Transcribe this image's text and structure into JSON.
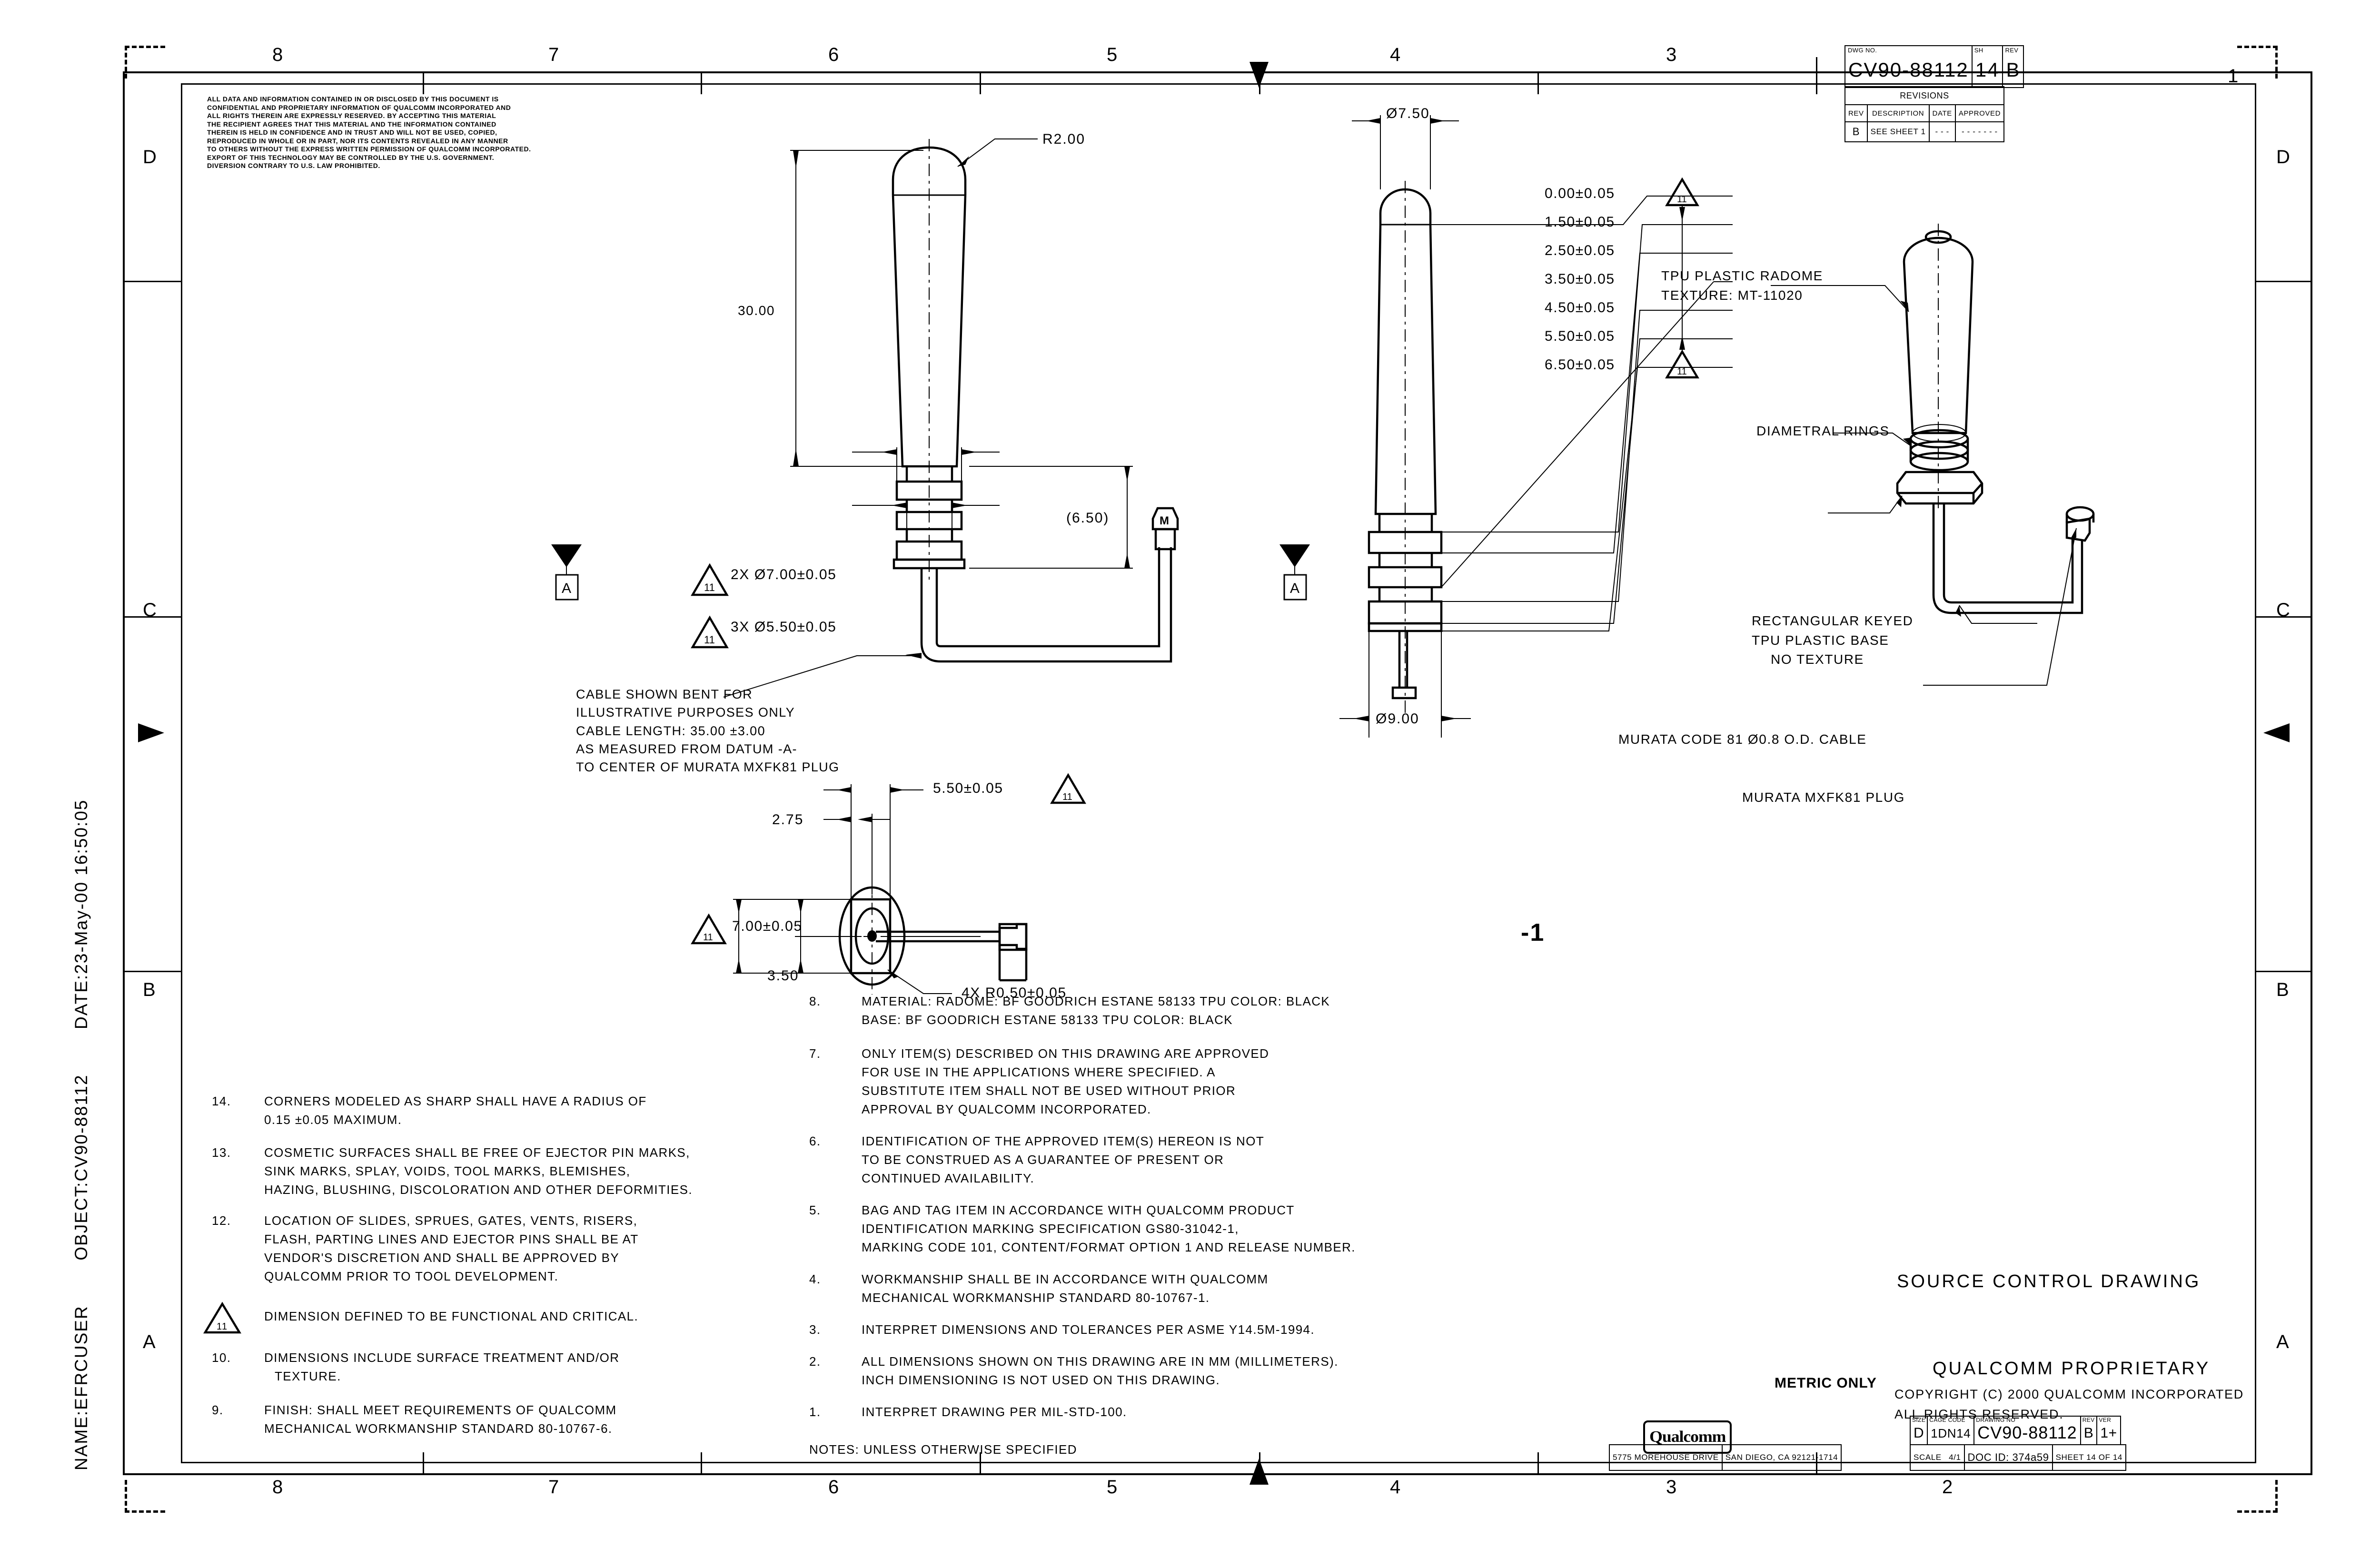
{
  "header": {
    "drawing_no_label": "DWG NO.",
    "drawing_no": "CV90-88112",
    "sheet_label": "SH",
    "sheet": "14",
    "rev_label": "REV",
    "rev": "B",
    "revisions_title": "REVISIONS",
    "rev_cols": [
      "REV",
      "DESCRIPTION",
      "DATE",
      "APPROVED"
    ],
    "rev_rows": [
      {
        "rev": "B",
        "description": "SEE SHEET 1",
        "date": "- - -",
        "approved": "- - - - - - -"
      }
    ]
  },
  "proprietary_legend": [
    "ALL DATA AND INFORMATION CONTAINED IN OR DISCLOSED BY THIS DOCUMENT IS",
    "CONFIDENTIAL AND PROPRIETARY INFORMATION OF QUALCOMM INCORPORATED AND",
    "ALL RIGHTS THEREIN ARE EXPRESSLY RESERVED. BY ACCEPTING THIS MATERIAL",
    "THE RECIPIENT AGREES THAT THIS MATERIAL AND THE INFORMATION CONTAINED",
    "THEREIN IS HELD IN CONFIDENCE AND IN TRUST AND WILL NOT BE USED, COPIED,",
    "REPRODUCED IN WHOLE OR IN PART, NOR ITS CONTENTS REVEALED IN ANY MANNER",
    "TO OTHERS WITHOUT THE EXPRESS WRITTEN PERMISSION OF QUALCOMM INCORPORATED.",
    "EXPORT OF THIS TECHNOLOGY MAY BE CONTROLLED BY THE U.S. GOVERNMENT.",
    "DIVERSION CONTRARY TO U.S. LAW PROHIBITED."
  ],
  "zones": {
    "numbers": [
      "8",
      "7",
      "6",
      "5",
      "4",
      "3",
      "2",
      "1"
    ],
    "letters": [
      "D",
      "C",
      "B",
      "A"
    ]
  },
  "plotstamp": {
    "name": "NAME:EFRCUSER",
    "object": "OBJECT:CV90-88112",
    "date": "DATE:23-May-00 16:50:05"
  },
  "views": {
    "front": {
      "overall_height": "30.00",
      "tip_radius": "R2.00",
      "base_height": "(6.50)",
      "datum_label": "A",
      "dims": [
        {
          "label": "2X Ø7.00±0.05",
          "flag": "11"
        },
        {
          "label": "3X Ø5.50±0.05",
          "flag": "11"
        }
      ],
      "cable_note": [
        "CABLE SHOWN BENT FOR",
        "ILLUSTRATIVE PURPOSES ONLY",
        "CABLE LENGTH: 35.00 ±3.00",
        "AS MEASURED FROM DATUM -A-",
        "TO CENTER OF MURATA MXFK81 PLUG"
      ]
    },
    "side": {
      "top_dia": "Ø7.50",
      "bottom_dia": "Ø9.00",
      "datum_label": "A",
      "stack": [
        {
          "value": "0.00±0.05",
          "flag": "11"
        },
        {
          "value": "1.50±0.05",
          "flag": ""
        },
        {
          "value": "2.50±0.05",
          "flag": ""
        },
        {
          "value": "3.50±0.05",
          "flag": ""
        },
        {
          "value": "4.50±0.05",
          "flag": ""
        },
        {
          "value": "5.50±0.05",
          "flag": ""
        },
        {
          "value": "6.50±0.05",
          "flag": "11"
        }
      ]
    },
    "bottom": {
      "dim_275": "2.75",
      "dim_350": "3.50",
      "dim_550": "5.50±0.05",
      "dim_700": "7.00±0.05",
      "corner_radius": "4X R0.50±0.05",
      "flag": "11"
    },
    "iso": {
      "radome_label": [
        "TPU PLASTIC RADOME",
        "TEXTURE: MT-11020"
      ],
      "rings_label": "DIAMETRAL RINGS",
      "base_label": [
        "RECTANGULAR KEYED",
        "TPU PLASTIC BASE",
        "NO TEXTURE"
      ],
      "cable_label": "MURATA CODE 81 Ø0.8 O.D. CABLE",
      "plug_label": "MURATA MXFK81 PLUG"
    },
    "part_number": "-1"
  },
  "notes": {
    "heading": "NOTES: UNLESS OTHERWISE SPECIFIED",
    "left_column": [
      {
        "num": "14.",
        "lines": [
          "CORNERS MODELED AS SHARP SHALL HAVE A RADIUS OF",
          "0.15 ±0.05 MAXIMUM."
        ]
      },
      {
        "num": "13.",
        "lines": [
          "COSMETIC SURFACES SHALL BE FREE OF EJECTOR PIN MARKS,",
          "SINK MARKS, SPLAY, VOIDS, TOOL MARKS, BLEMISHES,",
          "HAZING, BLUSHING, DISCOLORATION AND OTHER DEFORMITIES."
        ]
      },
      {
        "num": "12.",
        "lines": [
          "LOCATION OF SLIDES, SPRUES, GATES, VENTS, RISERS,",
          "FLASH, PARTING LINES AND EJECTOR PINS SHALL BE AT",
          "VENDOR'S DISCRETION AND SHALL BE APPROVED BY",
          "QUALCOMM PRIOR TO TOOL DEVELOPMENT."
        ]
      },
      {
        "num": "FLAG11",
        "lines": [
          "DIMENSION DEFINED TO BE FUNCTIONAL AND CRITICAL."
        ]
      },
      {
        "num": "10.",
        "lines": [
          "DIMENSIONS INCLUDE SURFACE TREATMENT AND/OR",
          "TEXTURE."
        ]
      },
      {
        "num": "9.",
        "lines": [
          "FINISH: SHALL MEET REQUIREMENTS OF QUALCOMM",
          "MECHANICAL WORKMANSHIP STANDARD 80-10767-6."
        ]
      }
    ],
    "right_column": [
      {
        "num": "8.",
        "lines": [
          "MATERIAL: RADOME: BF GOODRICH ESTANE 58133 TPU  COLOR: BLACK",
          "BASE: BF GOODRICH ESTANE 58133 TPU   COLOR: BLACK"
        ]
      },
      {
        "num": "7.",
        "lines": [
          "ONLY ITEM(S) DESCRIBED ON THIS DRAWING ARE APPROVED",
          "FOR USE IN THE APPLICATIONS WHERE SPECIFIED.  A",
          "SUBSTITUTE ITEM SHALL NOT BE USED WITHOUT PRIOR",
          "APPROVAL BY QUALCOMM INCORPORATED."
        ]
      },
      {
        "num": "6.",
        "lines": [
          "IDENTIFICATION OF THE APPROVED ITEM(S) HEREON IS NOT",
          "TO BE CONSTRUED AS A GUARANTEE OF PRESENT OR",
          "CONTINUED AVAILABILITY."
        ]
      },
      {
        "num": "5.",
        "lines": [
          "BAG AND TAG  ITEM IN ACCORDANCE WITH QUALCOMM PRODUCT",
          "IDENTIFICATION MARKING SPECIFICATION GS80-31042-1,",
          "MARKING CODE 101, CONTENT/FORMAT OPTION 1 AND RELEASE NUMBER."
        ]
      },
      {
        "num": "4.",
        "lines": [
          "WORKMANSHIP SHALL BE IN ACCORDANCE WITH QUALCOMM",
          "MECHANICAL WORKMANSHIP STANDARD 80-10767-1."
        ]
      },
      {
        "num": "3.",
        "lines": [
          "INTERPRET DIMENSIONS AND TOLERANCES PER ASME Y14.5M-1994."
        ]
      },
      {
        "num": "2.",
        "lines": [
          "ALL DIMENSIONS SHOWN ON THIS DRAWING ARE IN MM (MILLIMETERS).",
          "INCH DIMENSIONING IS NOT USED ON THIS DRAWING."
        ]
      },
      {
        "num": "1.",
        "lines": [
          "INTERPRET DRAWING PER MIL-STD-100."
        ]
      }
    ]
  },
  "footer": {
    "source_control": "SOURCE CONTROL DRAWING",
    "proprietary": "QUALCOMM PROPRIETARY",
    "copyright_line1": "COPYRIGHT (C) 2000 QUALCOMM INCORPORATED",
    "copyright_line2": "ALL RIGHTS RESERVED.",
    "metric_only": "METRIC ONLY",
    "logo_text": "Qualcomm",
    "address_street": "5775 MOREHOUSE DRIVE",
    "address_city": "SAN DIEGO, CA 92121-1714",
    "size_label": "SIZE",
    "size": "D",
    "cage_label": "CAGE CODE",
    "cage": "1DN14",
    "drawing_label": "DRAWING NO",
    "drawing_no": "CV90-88112",
    "rev_label": "REV",
    "rev": "B",
    "ver_label": "VER",
    "ver": "1+",
    "scale_label": "SCALE",
    "scale": "4/1",
    "docid": "DOC ID: 374a59",
    "sheet": "SHEET 14 OF 14"
  }
}
